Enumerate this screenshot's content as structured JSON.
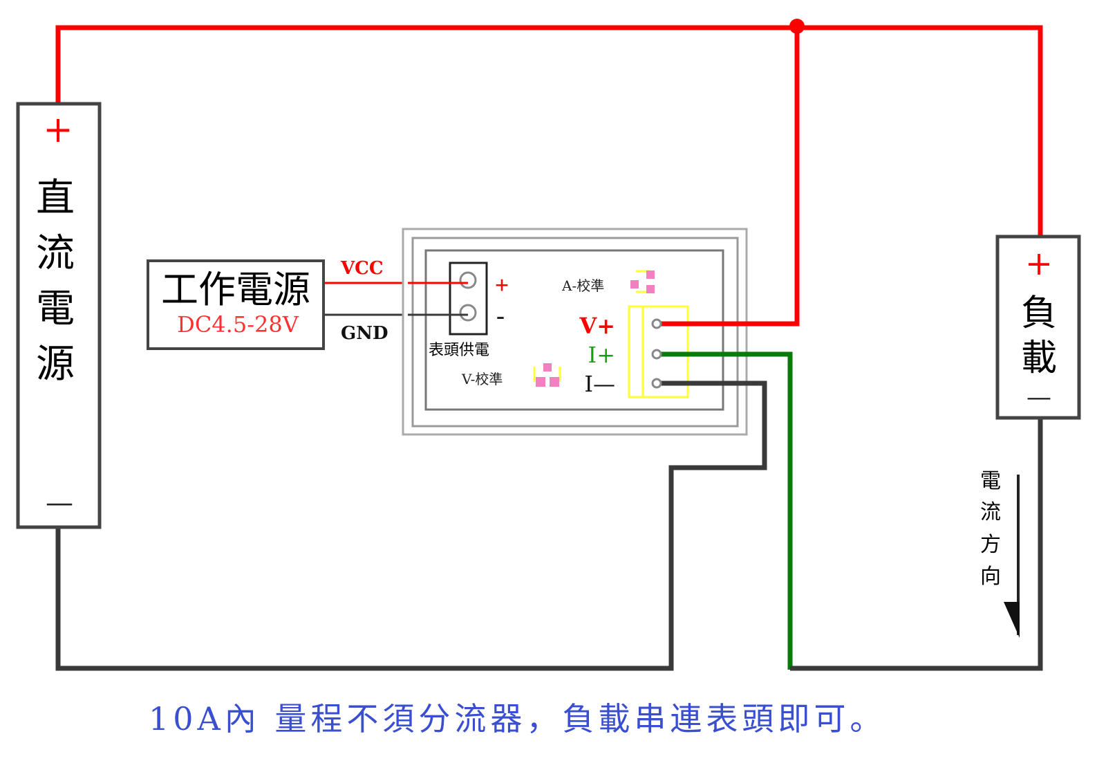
{
  "source": {
    "plus": "+",
    "minus": "—",
    "label_chars": [
      "直",
      "流",
      "電",
      "源"
    ]
  },
  "load": {
    "plus": "+",
    "minus": "—",
    "label_chars": [
      "負",
      "載"
    ]
  },
  "work_power": {
    "title": "工作電源",
    "range": "DC4.5-28V",
    "vcc": "VCC",
    "gnd": "GND"
  },
  "meter": {
    "power_plus": "+",
    "power_minus": "-",
    "power_label": "表頭供電",
    "a_cal": "A-校準",
    "v_cal": "V-校準",
    "v_plus": "V+",
    "i_plus": "I+",
    "i_minus": "I—"
  },
  "current_direction_chars": [
    "電",
    "流",
    "方",
    "向"
  ],
  "footer_note": "10A內  量程不須分流器，負載串連表頭即可。",
  "colors": {
    "positive": "#ff0000",
    "ground": "#3a3a3a",
    "current_sense": "#0a7a0a",
    "note": "#3a4fd0",
    "terminal": "#ffff33",
    "pads": "#f080c0"
  }
}
